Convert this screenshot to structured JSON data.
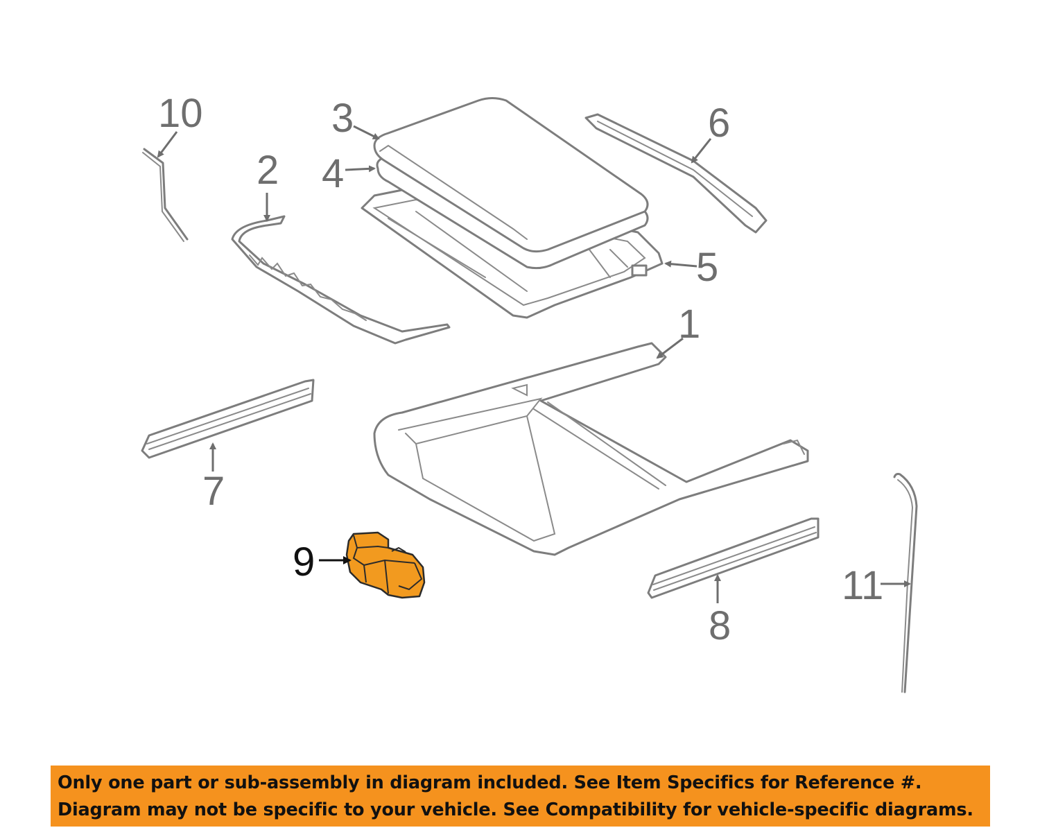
{
  "callouts": {
    "c1": "1",
    "c2": "2",
    "c3": "3",
    "c4": "4",
    "c5": "5",
    "c6": "6",
    "c7": "7",
    "c8": "8",
    "c9": "9",
    "c10": "10",
    "c11": "11"
  },
  "highlight": {
    "part_number": "9",
    "color": "#f29a1f"
  },
  "notice": {
    "line1": "Only one part or sub-assembly in diagram included. See Item Specifics for Reference #.",
    "line2": "Diagram may not be specific to your vehicle. See Compatibility for vehicle-specific diagrams.",
    "background": "#f5921e"
  }
}
